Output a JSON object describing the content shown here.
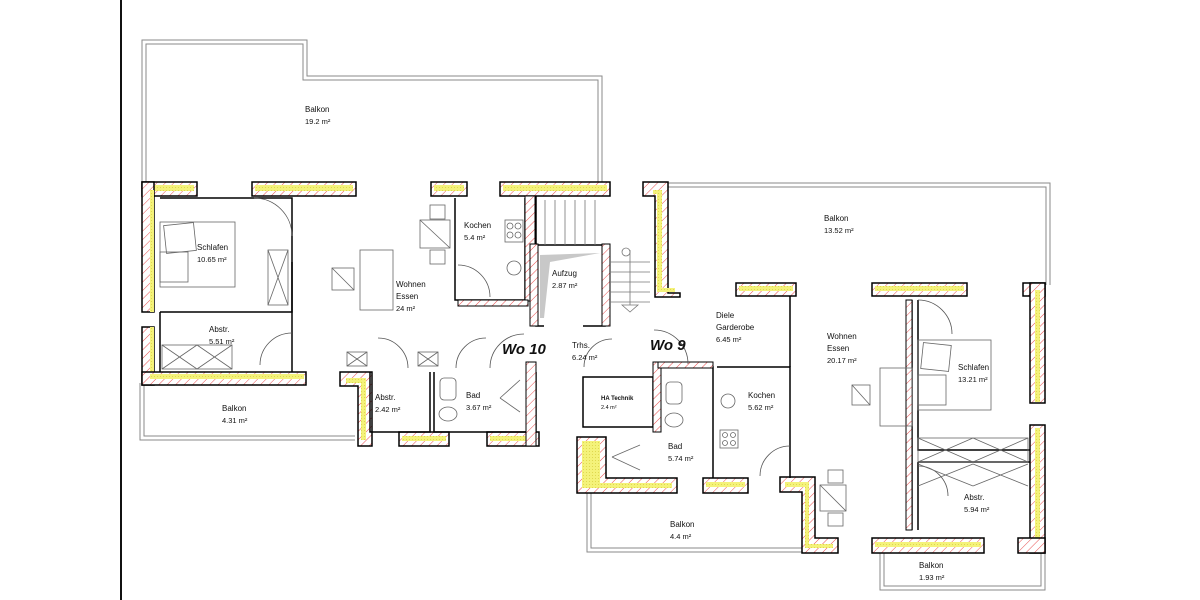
{
  "plan": {
    "units": [
      {
        "id": "wo10",
        "label": "Wo 10"
      },
      {
        "id": "wo9",
        "label": "Wo 9"
      }
    ],
    "rooms": {
      "balkon_top": {
        "name": "Balkon",
        "area": "19.2 m²"
      },
      "schlafen_left": {
        "name": "Schlafen",
        "area": "10.65 m²"
      },
      "wohnen_left": {
        "name": "Wohnen",
        "name2": "Essen",
        "area": "24 m²"
      },
      "kochen_left": {
        "name": "Kochen",
        "area": "5.4 m²"
      },
      "abstr_left": {
        "name": "Abstr.",
        "area": "5.51 m²"
      },
      "balkon_left": {
        "name": "Balkon",
        "area": "4.31 m²"
      },
      "abstr_small": {
        "name": "Abstr.",
        "area": "2.42 m²"
      },
      "bad_left": {
        "name": "Bad",
        "area": "3.67 m²"
      },
      "aufzug": {
        "name": "Aufzug",
        "area": "2.87 m²"
      },
      "trhs": {
        "name": "Trhs.",
        "area": "6.24 m²"
      },
      "ha_technik": {
        "name": "HA Technik",
        "area": "2.4 m²"
      },
      "diele": {
        "name": "Diele",
        "name2": "Garderobe",
        "area": "6.45 m²"
      },
      "balkon_right_top": {
        "name": "Balkon",
        "area": "13.52 m²"
      },
      "wohnen_right": {
        "name": "Wohnen",
        "name2": "Essen",
        "area": "20.17 m²"
      },
      "schlafen_right": {
        "name": "Schlafen",
        "area": "13.21 m²"
      },
      "bad_right": {
        "name": "Bad",
        "area": "5.74 m²"
      },
      "kochen_right": {
        "name": "Kochen",
        "area": "5.62 m²"
      },
      "abstr_right": {
        "name": "Abstr.",
        "area": "5.94 m²"
      },
      "balkon_bottom_mid": {
        "name": "Balkon",
        "area": "4.4 m²"
      },
      "balkon_bottom_right": {
        "name": "Balkon",
        "area": "1.93 m²"
      }
    },
    "colors": {
      "wall": "#000000",
      "hatch": "#e85050",
      "insulation": "#f2f08a",
      "balcony_line": "#8a8a8a",
      "furniture_line": "#666666"
    }
  }
}
